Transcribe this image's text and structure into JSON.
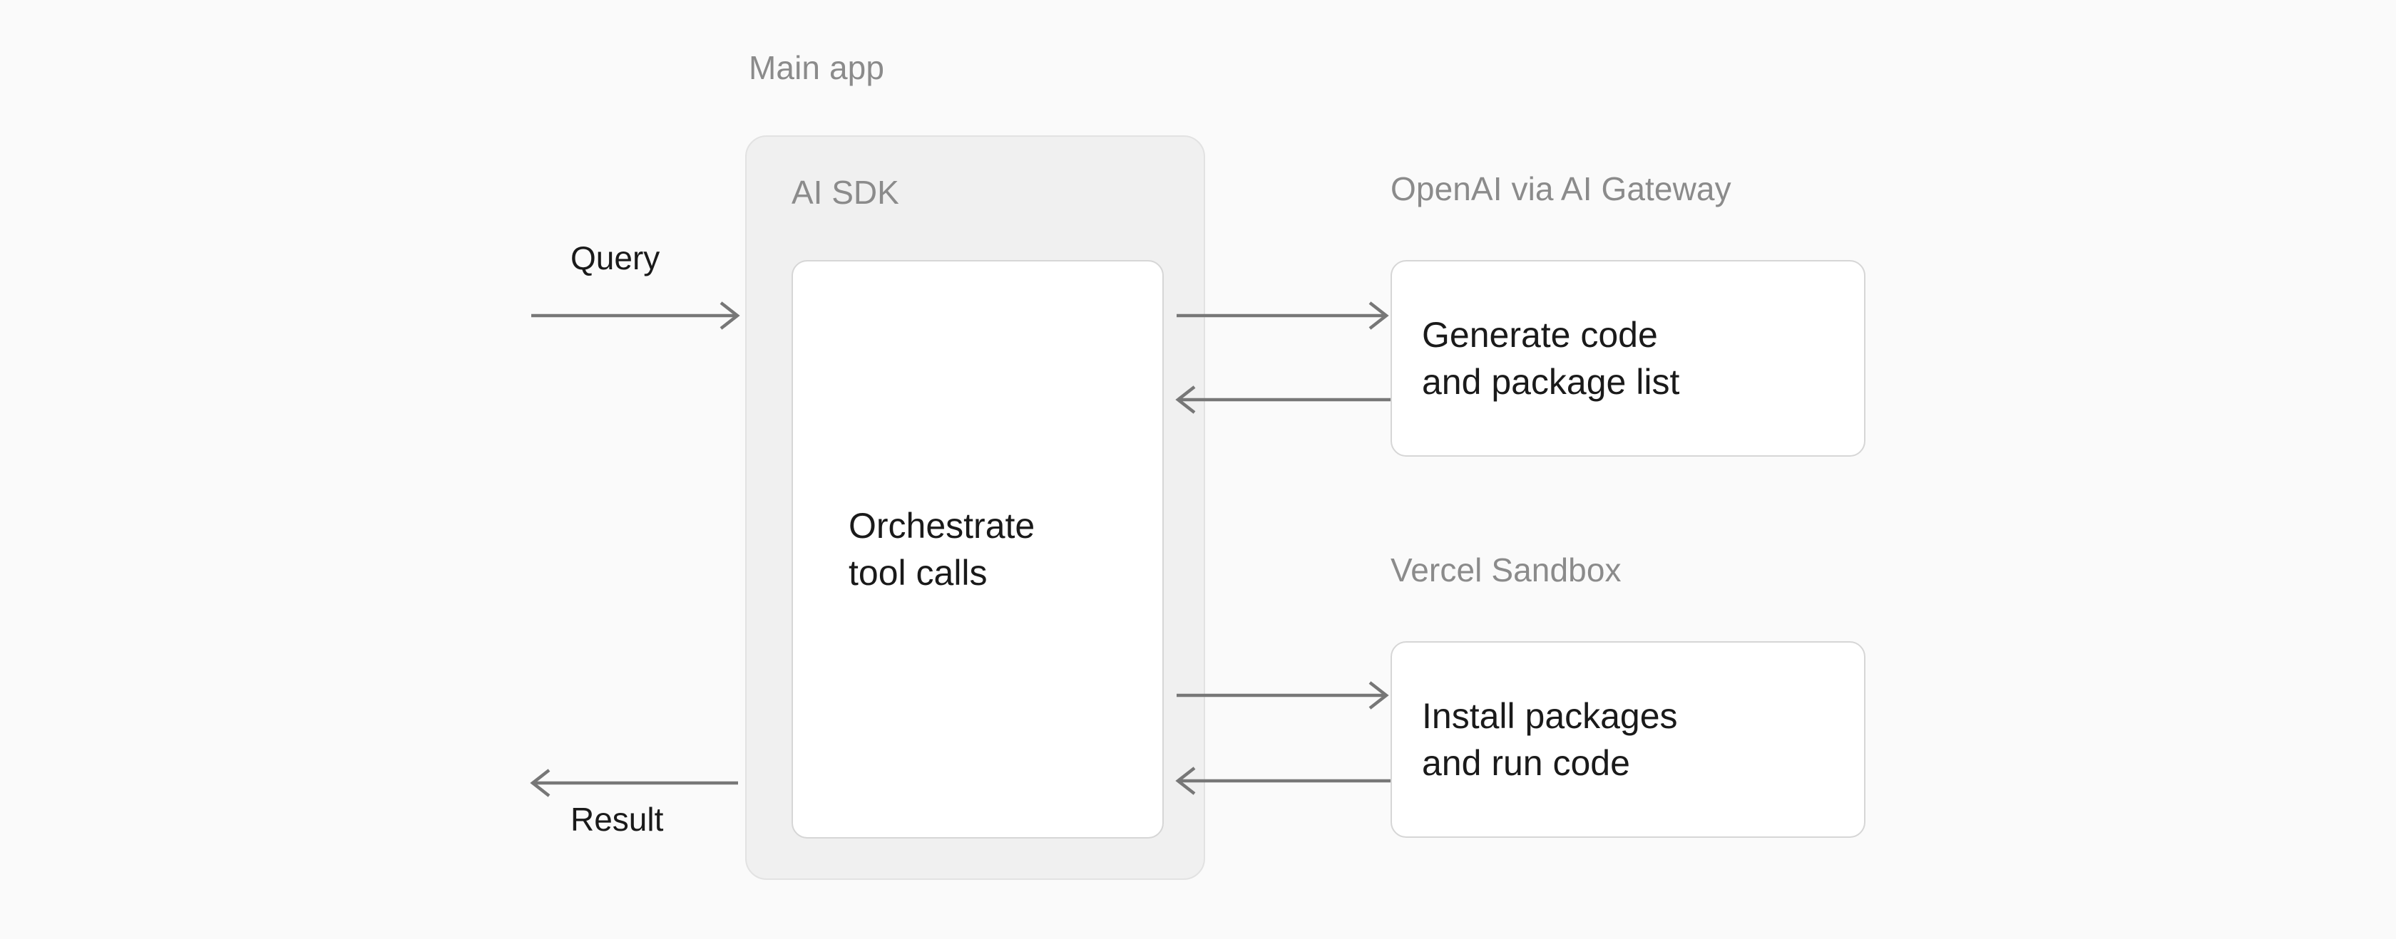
{
  "diagram": {
    "background_color": "#fafafa",
    "accent_line_color": "#777777",
    "muted_label_color": "#8b8b8b",
    "text_color": "#1a1a1a",
    "panel_fill": "#f0f0f0",
    "box_fill": "#ffffff",
    "box_border": "#d6d6d6"
  },
  "groups": {
    "main_app": {
      "label": "Main app",
      "inner_label": "AI SDK",
      "node": {
        "label": "Orchestrate\ntool calls"
      }
    },
    "openai": {
      "label": "OpenAI via AI Gateway",
      "node": {
        "label": "Generate code\nand package list"
      }
    },
    "sandbox": {
      "label": "Vercel Sandbox",
      "node": {
        "label": "Install packages\nand run code"
      }
    }
  },
  "edges": {
    "query": {
      "label": "Query",
      "direction": "right"
    },
    "result": {
      "label": "Result",
      "direction": "left"
    },
    "to_openai": {
      "label": "",
      "direction": "right"
    },
    "from_openai": {
      "label": "",
      "direction": "left"
    },
    "to_sandbox": {
      "label": "",
      "direction": "right"
    },
    "from_sandbox": {
      "label": "",
      "direction": "left"
    }
  }
}
